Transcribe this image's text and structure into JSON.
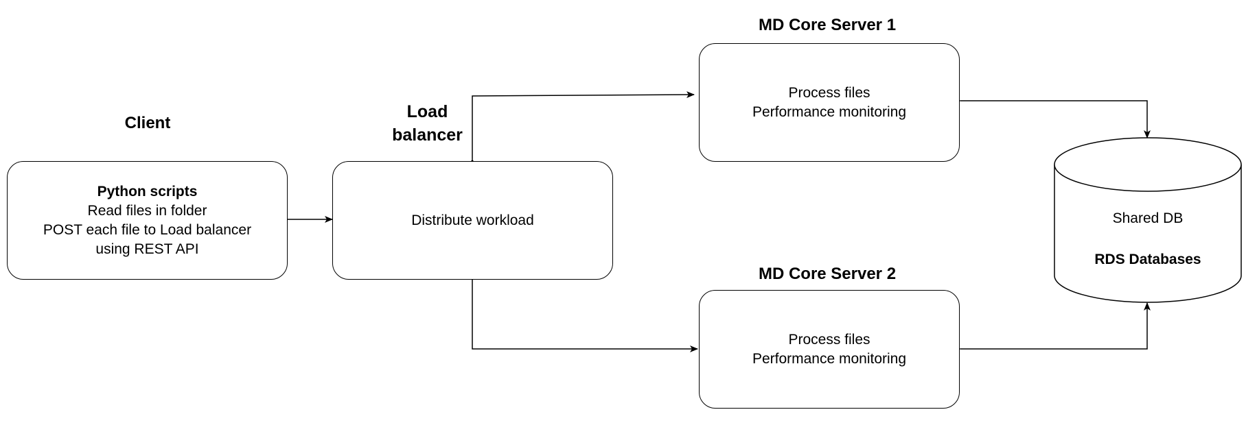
{
  "client": {
    "heading": "Client",
    "box": {
      "title": "Python scripts",
      "line1": "Read files in folder",
      "line2": "POST each file to Load balancer",
      "line3": "using REST API"
    }
  },
  "load_balancer": {
    "heading_line1": "Load",
    "heading_line2": "balancer",
    "box_text": "Distribute workload"
  },
  "server1": {
    "heading": "MD Core Server 1",
    "line1": "Process files",
    "line2": "Performance monitoring"
  },
  "server2": {
    "heading": "MD Core Server 2",
    "line1": "Process files",
    "line2": "Performance monitoring"
  },
  "database": {
    "line1": "Shared DB",
    "line2": "RDS Databases"
  },
  "colors": {
    "stroke": "#000000",
    "background": "#ffffff"
  }
}
